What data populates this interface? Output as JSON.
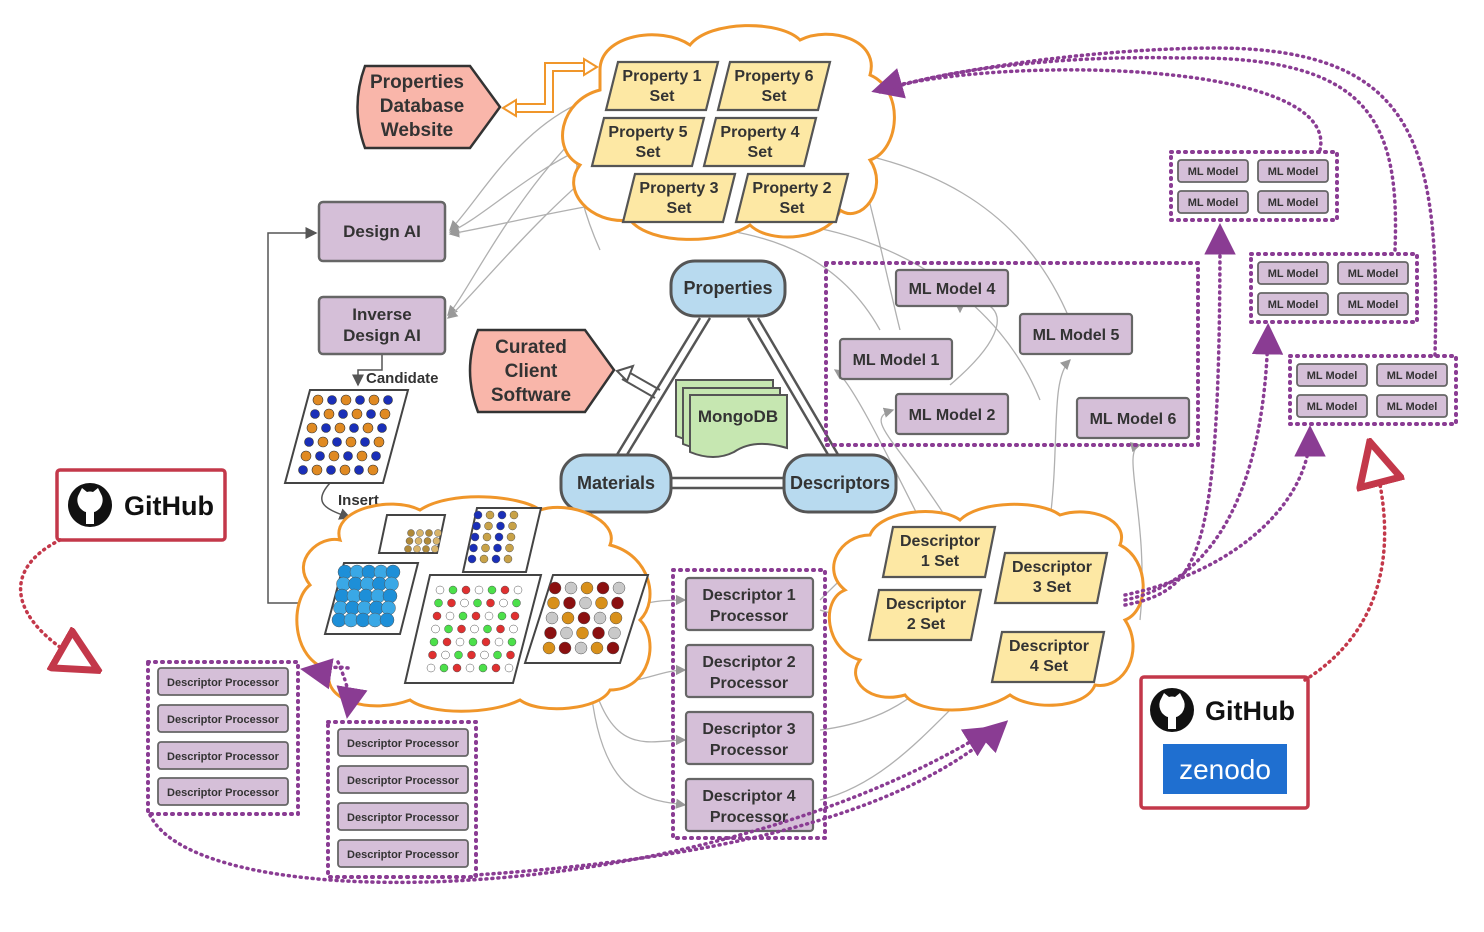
{
  "properties_website": [
    "Properties",
    "Database",
    "Website"
  ],
  "curated_client": [
    "Curated",
    "Client",
    "Software"
  ],
  "core": {
    "properties": "Properties",
    "materials": "Materials",
    "descriptors": "Descriptors",
    "mongodb": "MongoDB"
  },
  "property_sets": [
    [
      "Property 1",
      "Set"
    ],
    [
      "Property 6",
      "Set"
    ],
    [
      "Property 5",
      "Set"
    ],
    [
      "Property 4",
      "Set"
    ],
    [
      "Property 3",
      "Set"
    ],
    [
      "Property 2",
      "Set"
    ]
  ],
  "design_ai": "Design AI",
  "inverse_design_ai": [
    "Inverse",
    "Design AI"
  ],
  "candidate_label": "Candidate",
  "insert_label": "Insert",
  "ml_models": [
    "ML Model 4",
    "ML Model 5",
    "ML Model 1",
    "ML Model 2",
    "ML Model 6"
  ],
  "ml_model_small": "ML Model",
  "descriptor_sets": [
    [
      "Descriptor",
      "1 Set"
    ],
    [
      "Descriptor",
      "3 Set"
    ],
    [
      "Descriptor",
      "2 Set"
    ],
    [
      "Descriptor",
      "4 Set"
    ]
  ],
  "descriptor_processors": [
    [
      "Descriptor 1",
      "Processor"
    ],
    [
      "Descriptor 2",
      "Processor"
    ],
    [
      "Descriptor 3",
      "Processor"
    ],
    [
      "Descriptor 4",
      "Processor"
    ]
  ],
  "descriptor_processor_small": "Descriptor Processor",
  "github_label": "GitHub",
  "zenodo_label": "zenodo",
  "colors": {
    "cloud_stroke": "#f0962a",
    "purple": "#8a3c93",
    "node_fill": "#d5bfd8",
    "set_fill": "#fde8a4",
    "core_fill": "#b8daef",
    "salmon": "#f9b6aa",
    "mongo": "#c6e7b1",
    "github_red": "#c3384a",
    "zenodo_blue": "#1f6fd0"
  }
}
